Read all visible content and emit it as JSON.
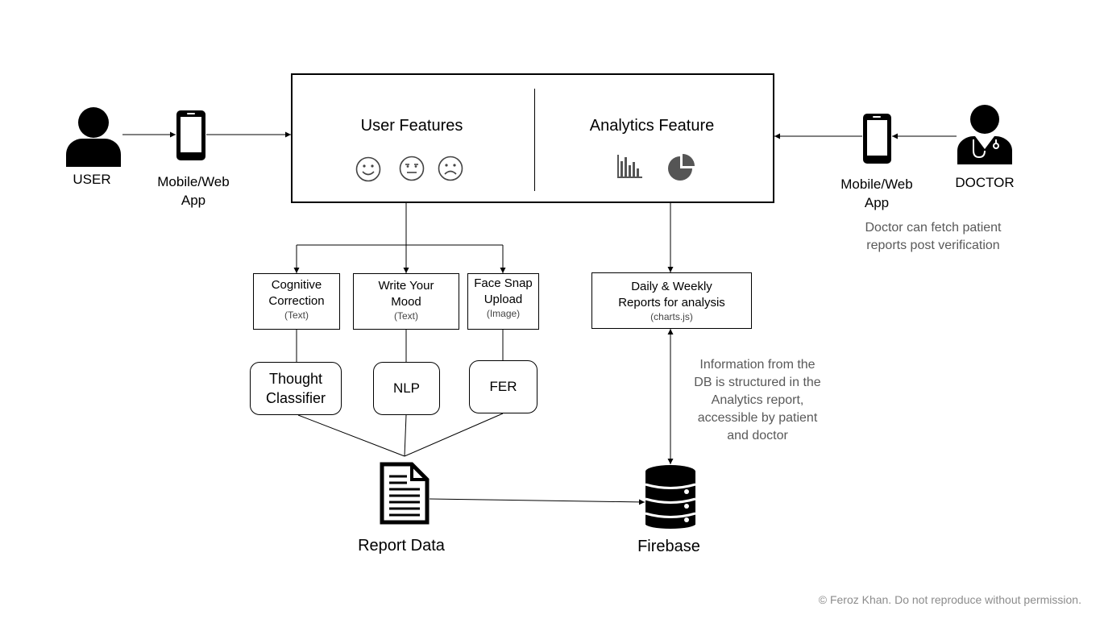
{
  "user": {
    "label": "USER",
    "app": [
      "Mobile/Web",
      "App"
    ]
  },
  "doctor": {
    "label": "DOCTOR",
    "app": [
      "Mobile/Web",
      "App"
    ],
    "note": [
      "Doctor can fetch patient",
      "reports post verification"
    ]
  },
  "main": {
    "user_features": {
      "title": "User Features",
      "icons": [
        "happy-face-icon",
        "neutral-face-icon",
        "sad-face-icon"
      ]
    },
    "analytics": {
      "title": "Analytics Feature",
      "icons": [
        "bar-chart-icon",
        "pie-chart-icon"
      ]
    }
  },
  "features": [
    {
      "lines": [
        "Cognitive",
        "Correction"
      ],
      "sub": "(Text)"
    },
    {
      "lines": [
        "Write Your",
        "Mood"
      ],
      "sub": "(Text)"
    },
    {
      "lines": [
        "Face Snap",
        "Upload"
      ],
      "sub": "(Image)"
    }
  ],
  "reports": {
    "lines": [
      "Daily & Weekly",
      "Reports for analysis"
    ],
    "sub": "(charts.js)"
  },
  "models": [
    {
      "lines": [
        "Thought",
        "Classifier"
      ]
    },
    {
      "lines": [
        "NLP"
      ]
    },
    {
      "lines": [
        "FER"
      ]
    }
  ],
  "report_data": {
    "label": "Report Data"
  },
  "firebase": {
    "label": "Firebase"
  },
  "info_note": [
    "Information from the",
    "DB is structured in the",
    "Analytics report,",
    "accessible by patient",
    "and doctor"
  ],
  "copyright": "© Feroz Khan. Do not reproduce without permission."
}
